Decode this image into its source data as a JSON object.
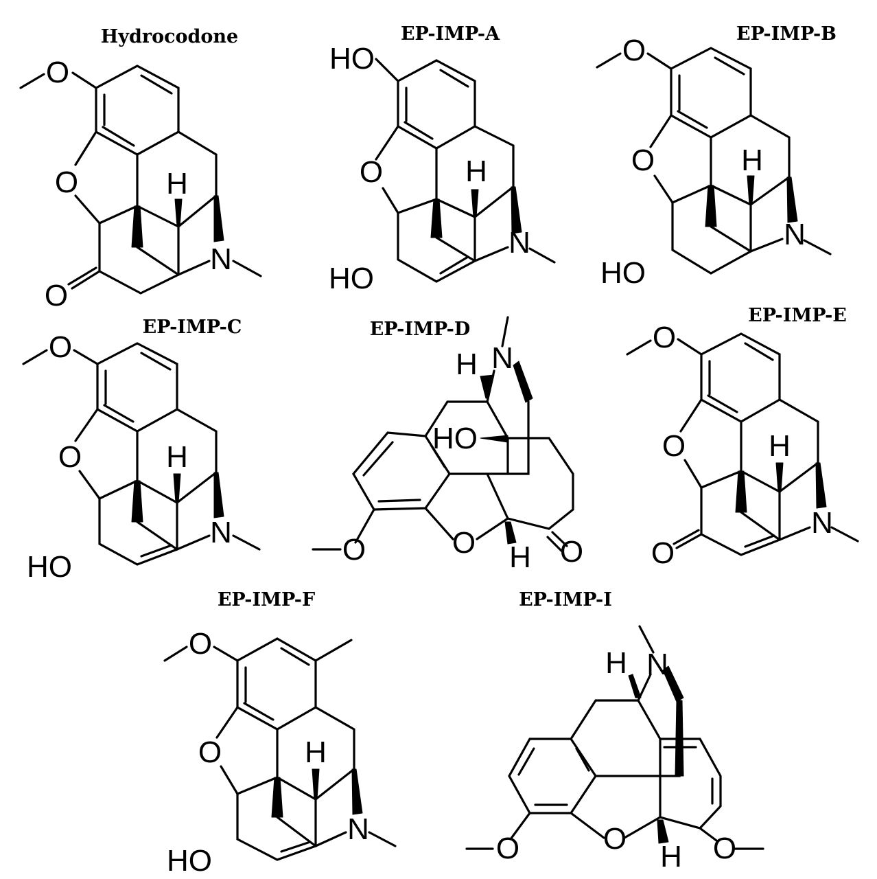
{
  "figure": {
    "structures": [
      {
        "caption": "Hydrocodone",
        "atoms": {
          "oxygen_methoxy": "O",
          "oxygen_bridge": "O",
          "oxygen_keto": "O",
          "hydrogen": "H",
          "nitrogen": "N"
        }
      },
      {
        "caption": "EP-IMP-A",
        "atoms": {
          "hydroxy_top": "HO",
          "oxygen_bridge": "O",
          "hydroxy_bottom": "HO",
          "hydrogen": "H",
          "nitrogen": "N"
        }
      },
      {
        "caption": "EP-IMP-B",
        "atoms": {
          "oxygen_methoxy": "O",
          "oxygen_bridge": "O",
          "hydroxy_bottom": "HO",
          "hydrogen": "H",
          "nitrogen": "N"
        }
      },
      {
        "caption": "EP-IMP-C",
        "atoms": {
          "oxygen_methoxy": "O",
          "oxygen_bridge": "O",
          "hydroxy_bottom": "HO",
          "hydrogen": "H",
          "nitrogen": "N"
        }
      },
      {
        "caption": "EP-IMP-D",
        "atoms": {
          "hydrogen_top": "H",
          "nitrogen": "N",
          "hydroxy": "HO",
          "oxygen_methoxy": "O",
          "oxygen_bridge": "O",
          "hydrogen_bottom": "H",
          "oxygen_keto": "O"
        }
      },
      {
        "caption": "EP-IMP-E",
        "atoms": {
          "oxygen_methoxy": "O",
          "oxygen_bridge": "O",
          "oxygen_keto": "O",
          "hydrogen": "H",
          "nitrogen": "N"
        }
      },
      {
        "caption": "EP-IMP-F",
        "atoms": {
          "oxygen_methoxy": "O",
          "oxygen_bridge": "O",
          "hydroxy_bottom": "HO",
          "hydrogen": "H",
          "nitrogen": "N"
        }
      },
      {
        "caption": "EP-IMP-I",
        "atoms": {
          "hydrogen_top": "H",
          "nitrogen": "N",
          "oxygen_methoxy_left": "O",
          "oxygen_bridge": "O",
          "hydrogen_bottom": "H",
          "oxygen_methoxy_right": "O"
        }
      }
    ]
  }
}
